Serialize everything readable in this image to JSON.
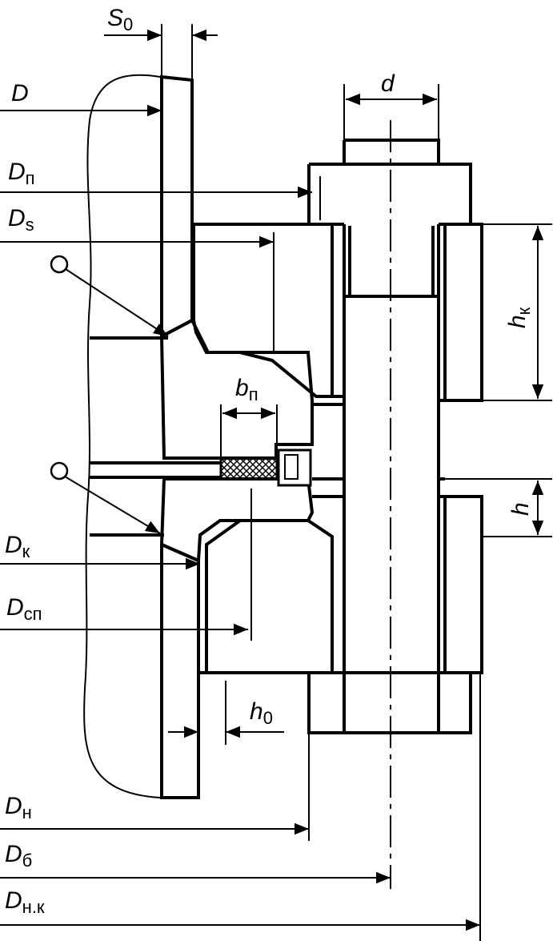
{
  "labels": {
    "S0": {
      "main": "S",
      "sub": "0"
    },
    "D": {
      "main": "D",
      "sub": ""
    },
    "d": {
      "main": "d",
      "sub": ""
    },
    "Dp": {
      "main": "D",
      "sub": "п"
    },
    "Ds": {
      "main": "D",
      "sub": "s"
    },
    "hk": {
      "main": "h",
      "sub": "к"
    },
    "bp": {
      "main": "b",
      "sub": "п"
    },
    "h": {
      "main": "h",
      "sub": ""
    },
    "Dk": {
      "main": "D",
      "sub": "к"
    },
    "Dsp": {
      "main": "D",
      "sub": "сп"
    },
    "h0": {
      "main": "h",
      "sub": "0"
    },
    "Dn": {
      "main": "D",
      "sub": "н"
    },
    "Db": {
      "main": "D",
      "sub": "б"
    },
    "Dnk": {
      "main": "D",
      "sub": "н.к"
    }
  },
  "colors": {
    "ink": "#000000",
    "paper": "#ffffff"
  }
}
